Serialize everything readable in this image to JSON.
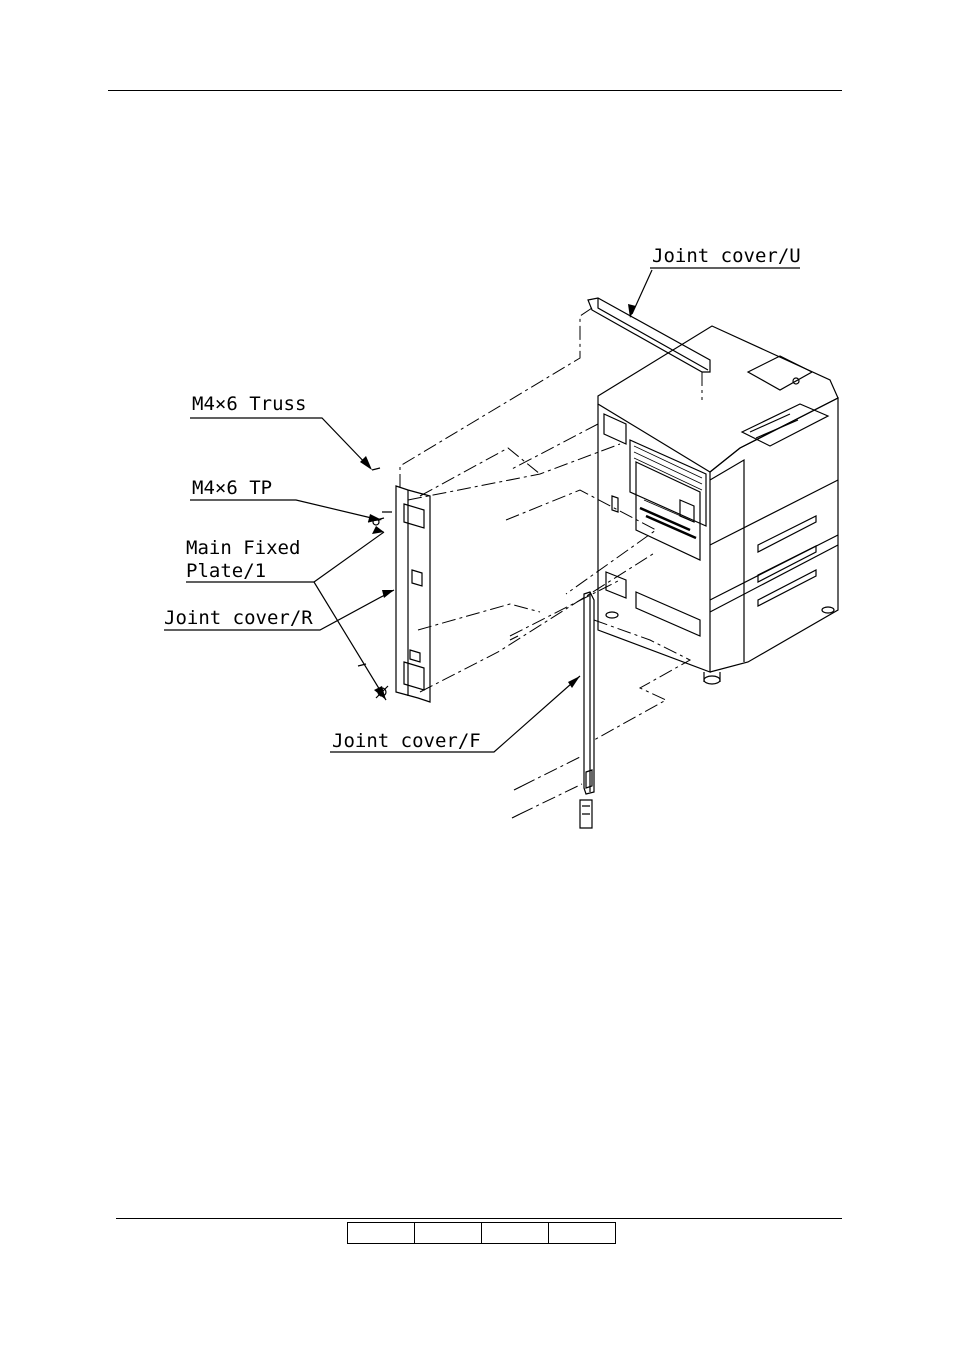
{
  "labels": {
    "joint_cover_u": "Joint cover/U",
    "truss_screw": "M4×6 Truss",
    "tp_screw": "M4×6 TP",
    "main_fixed_plate_line1": "Main Fixed",
    "main_fixed_plate_line2": "Plate/1",
    "joint_cover_r": "Joint cover/R",
    "joint_cover_f": "Joint cover/F"
  },
  "footer": {
    "cells": [
      "",
      "",
      "",
      ""
    ]
  }
}
